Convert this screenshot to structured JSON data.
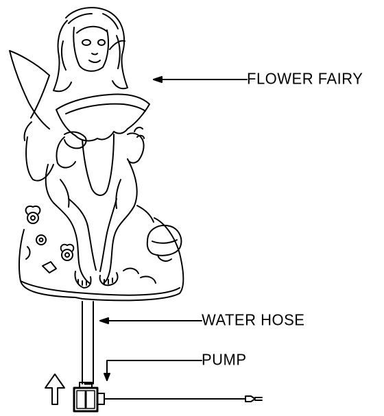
{
  "labels": {
    "fairy": "FLOWER FAIRY",
    "hose": "WATER HOSE",
    "pump": "PUMP"
  },
  "icons": {
    "flow_arrow": "up-arrow-icon"
  }
}
